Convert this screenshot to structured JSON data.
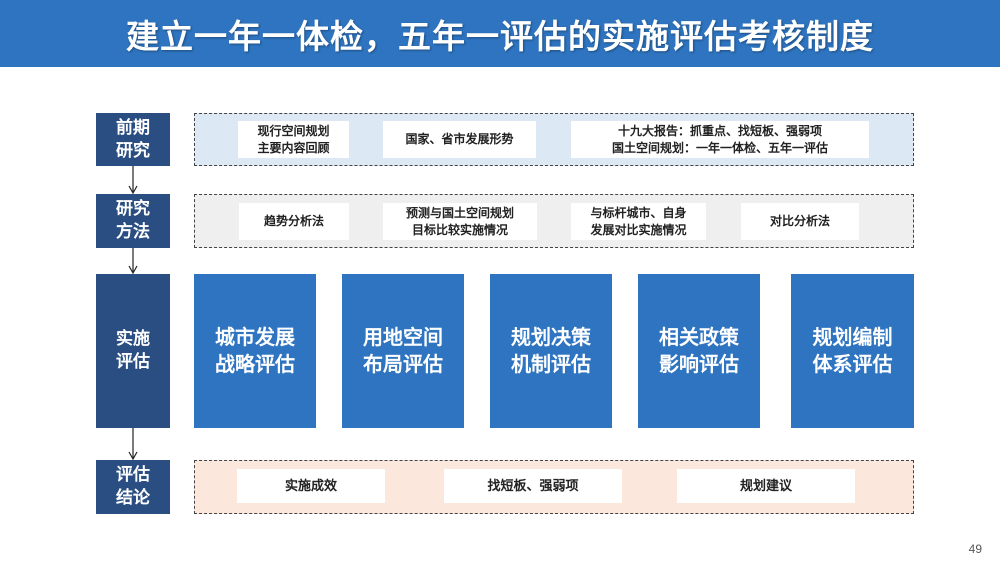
{
  "title": "建立一年一体检，五年一评估的实施评估考核制度",
  "rows": {
    "research": {
      "label": [
        "前期",
        "研究"
      ],
      "items": [
        [
          "现行空间规划",
          "主要内容回顾"
        ],
        [
          "国家、省市发展形势"
        ],
        [
          "十九大报告：抓重点、找短板、强弱项",
          "国土空间规划：一年一体检、五年一评估"
        ]
      ]
    },
    "method": {
      "label": [
        "研究",
        "方法"
      ],
      "items": [
        [
          "趋势分析法"
        ],
        [
          "预测与国土空间规划",
          "目标比较实施情况"
        ],
        [
          "与标杆城市、自身",
          "发展对比实施情况"
        ],
        [
          "对比分析法"
        ]
      ]
    },
    "implement": {
      "label": [
        "实施",
        "评估"
      ],
      "items": [
        [
          "城市发展",
          "战略评估"
        ],
        [
          "用地空间",
          "布局评估"
        ],
        [
          "规划决策",
          "机制评估"
        ],
        [
          "相关政策",
          "影响评估"
        ],
        [
          "规划编制",
          "体系评估"
        ]
      ]
    },
    "conclusion": {
      "label": [
        "评估",
        "结论"
      ],
      "items": [
        [
          "实施成效"
        ],
        [
          "找短板、强弱项"
        ],
        [
          "规划建议"
        ]
      ]
    }
  },
  "page_number": "49",
  "colors": {
    "title_bg": "#2e74c0",
    "label_bg": "#2a4e82",
    "implement_box": "#2e74c0",
    "research_fill": "#dde8f5",
    "method_fill": "#efefef",
    "conclusion_fill": "#fbe7dc"
  }
}
